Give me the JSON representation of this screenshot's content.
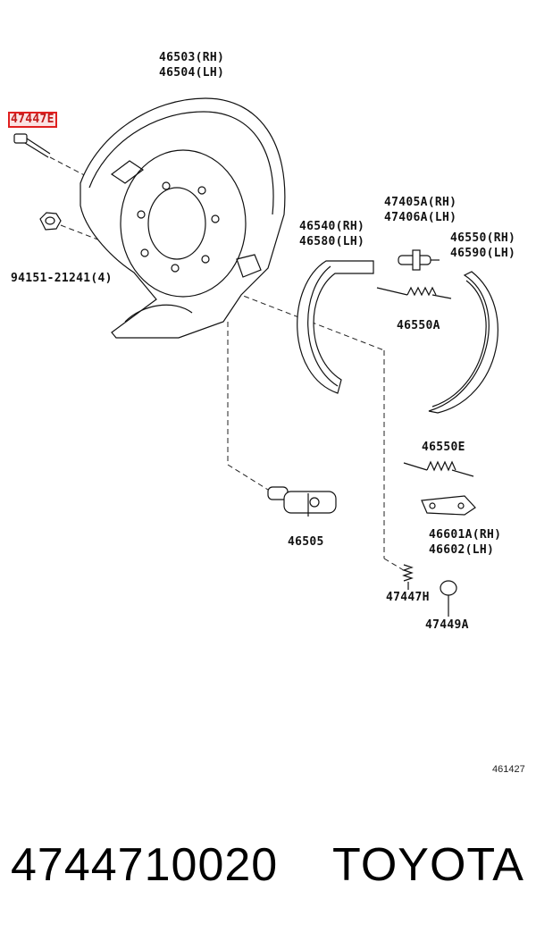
{
  "parts": {
    "p46503": "46503(RH)",
    "p46504": "46504(LH)",
    "p47447_hl": "47447E",
    "p94151": "94151-21241(4)",
    "p47405": "47405A(RH)",
    "p47406": "47406A(LH)",
    "p46540": "46540(RH)",
    "p46580": "46580(LH)",
    "p46550rh": "46550(RH)",
    "p46590": "46590(LH)",
    "p46550a": "46550A",
    "p46550e": "46550E",
    "p46505": "46505",
    "p46601": "46601A(RH)",
    "p46602": "46602(LH)",
    "p47447h": "47447H",
    "p47449": "47449A"
  },
  "diagram_code": "461427",
  "footer": {
    "part_number": "4744710020",
    "brand": "TOYOTA"
  },
  "colors": {
    "highlight": "#e02020",
    "highlight_fill": "#fbe3e3"
  }
}
